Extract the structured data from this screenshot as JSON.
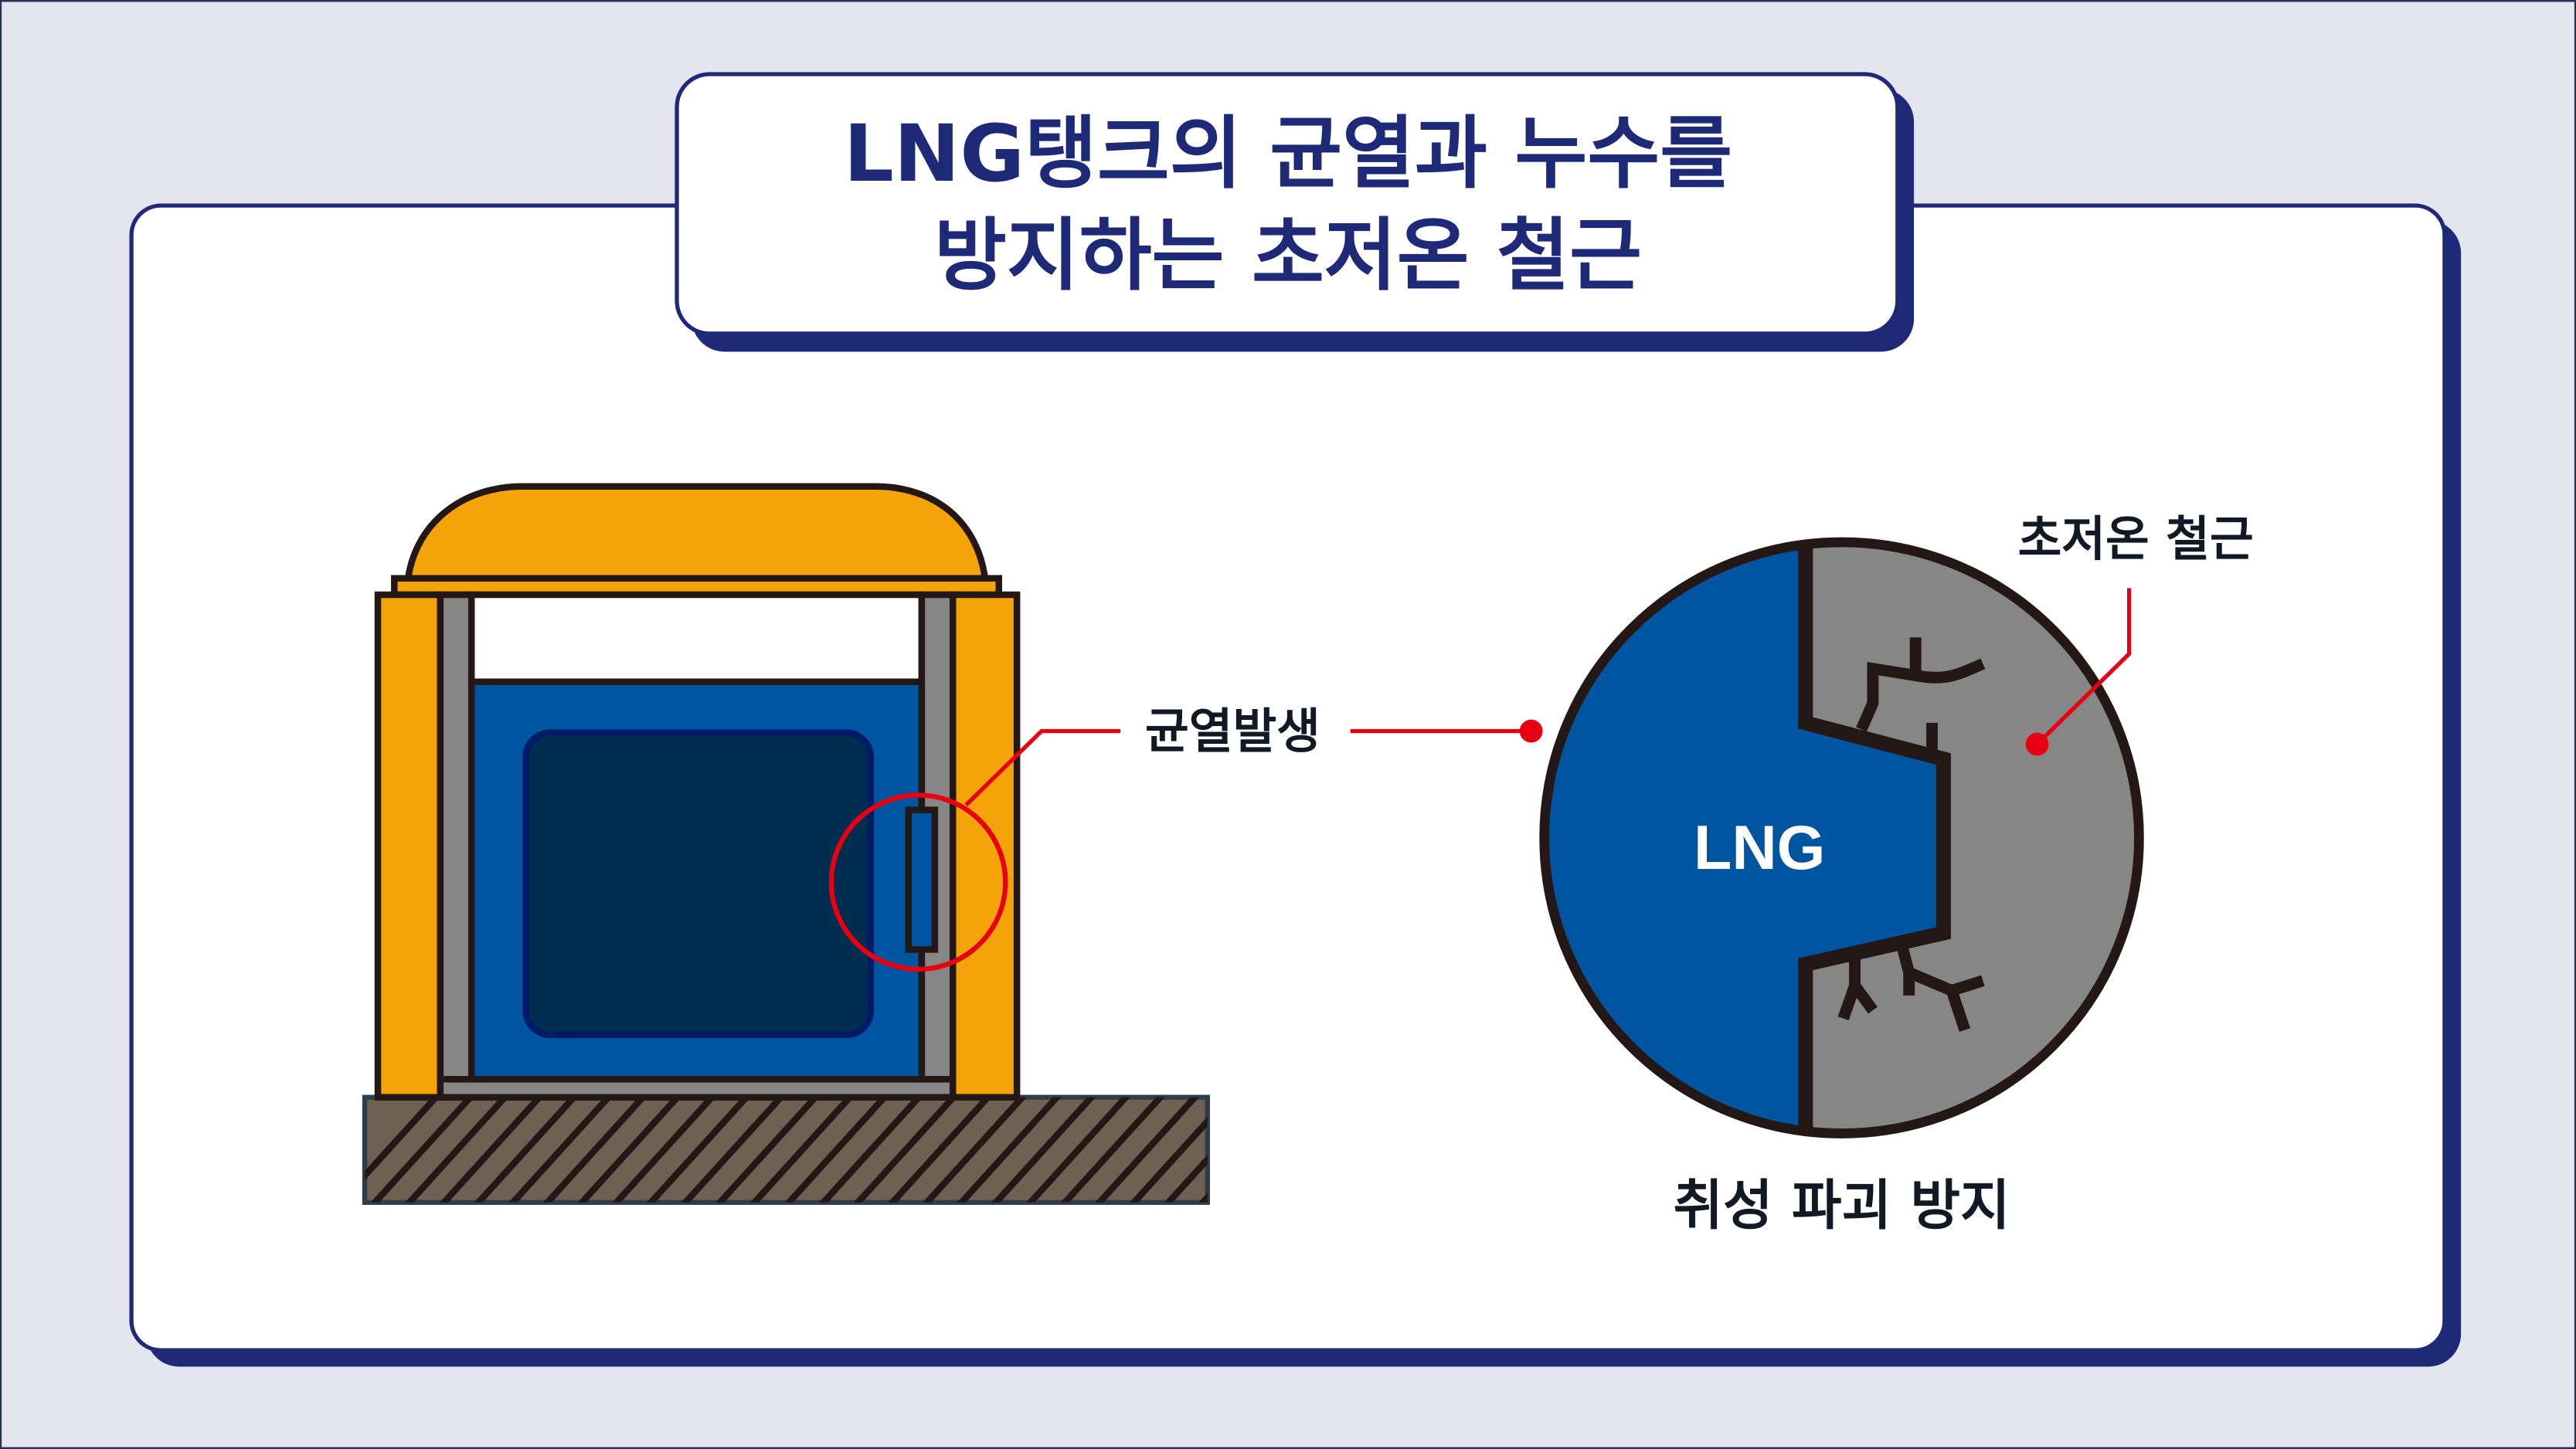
{
  "title": {
    "line1": "LNG탱크의 균열과 누수를",
    "line2": "방지하는 초저온 철근"
  },
  "labels": {
    "crack": "균열발생",
    "rebar": "초저온 철근",
    "lng": "LNG",
    "prevent": "취성 파괴 방지"
  },
  "colors": {
    "navy": "#1e2a78",
    "orange": "#f4a308",
    "blue": "#0055a1",
    "dark_blue": "#002e4f",
    "gray": "#868686",
    "ground": "#6f6052",
    "red": "#e60012",
    "background": "#e4e5ef"
  }
}
